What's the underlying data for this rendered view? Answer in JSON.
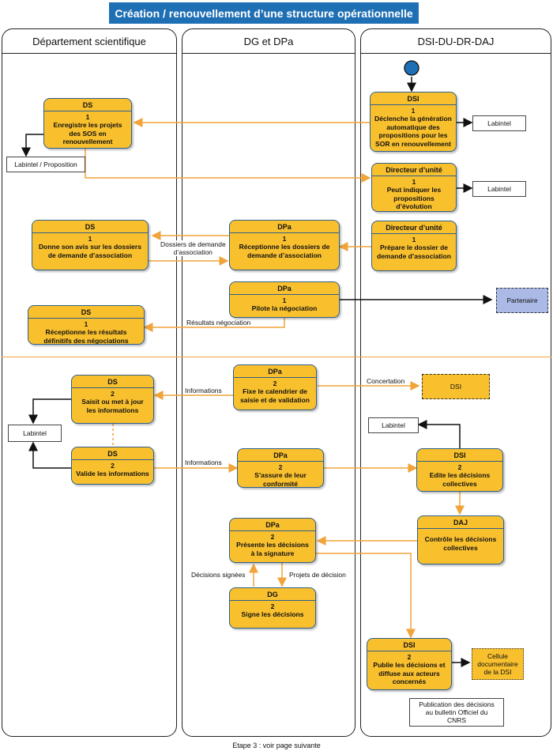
{
  "title": "Création / renouvellement d’une structure opérationnelle",
  "lanes": {
    "left": "Département scientifique",
    "middle": "DG et DPa",
    "right": "DSI-DU-DR-DAJ"
  },
  "processes": {
    "ds_enregistre": {
      "actor": "DS",
      "step": "1",
      "text": "Enregistre les projets\ndes SOS en\nrenouvellement"
    },
    "dsi_declenche": {
      "actor": "DSI",
      "step": "1",
      "text": "Déclenche la génération\nautomatique des\npropositions pour les\nSOR en renouvellement"
    },
    "du_indique": {
      "actor": "Directeur d’unité",
      "step": "1",
      "text": "Peut indiquer les\npropositions\nd’évolution"
    },
    "ds_avis": {
      "actor": "DS",
      "step": "1",
      "text": "Donne son avis sur les dossiers\nde demande d’association"
    },
    "dpa_receptionne": {
      "actor": "DPa",
      "step": "1",
      "text": "Réceptionne les dossiers de\ndemande d’association"
    },
    "du_prepare": {
      "actor": "Directeur d’unité",
      "step": "1",
      "text": "Prépare le dossier de\ndemande d’association"
    },
    "dpa_pilote": {
      "actor": "DPa",
      "step": "1",
      "text": "Pilote la négociation"
    },
    "ds_resultats": {
      "actor": "DS",
      "step": "1",
      "text": "Réceptionne les résultats\ndéfinitifs des négociations"
    },
    "dpa_calendrier": {
      "actor": "DPa",
      "step": "2",
      "text": "Fixe le calendrier de\nsaisie et de validation"
    },
    "ds_saisit": {
      "actor": "DS",
      "step": "2",
      "text": "Saisit ou met à jour\nles informations"
    },
    "ds_valide": {
      "actor": "DS",
      "step": "2",
      "text": "Valide les informations"
    },
    "dpa_assure": {
      "actor": "DPa",
      "step": "2",
      "text": "S’assure de leur\nconformité"
    },
    "dsi_edite": {
      "actor": "DSI",
      "step": "2",
      "text": "Edite les décisions\ncollectives"
    },
    "daj_controle": {
      "actor": "DAJ",
      "step": "",
      "text": "Contrôle les décisions\ncollectives"
    },
    "dpa_presente": {
      "actor": "DPa",
      "step": "2",
      "text": "Présente les décisions\nà la signature"
    },
    "dg_signe": {
      "actor": "DG",
      "step": "2",
      "text": "Signe les décisions"
    },
    "dsi_publie": {
      "actor": "DSI",
      "step": "2",
      "text": "Publie les décisions et\ndiffuse aux acteurs\nconcernés"
    }
  },
  "documents": {
    "labintel_1": "Labintel",
    "labintel_proposition": "Labintel / Proposition",
    "labintel_2": "Labintel",
    "labintel_3": "Labintel",
    "labintel_4": "Labintel",
    "publication": "Publication des décisions\nau bulletin Officiel du\nCNRS"
  },
  "externals": {
    "partenaire": "Partenaire",
    "dsi": "DSI",
    "cellule": "Cellule\ndocumentaire\nde la DSI"
  },
  "labels": {
    "dossiers": "Dossiers de demande\nd’association",
    "resultats": "Résultats négociation",
    "informations_1": "Informations",
    "informations_2": "Informations",
    "concertation": "Concertation",
    "decisions_signees": "Décisions signées",
    "projets_decision": "Projets de décision"
  },
  "footer": "Etape 3 : voir page suivante",
  "colors": {
    "title_bg": "#1f6fb4",
    "process_fill": "#f9c02e",
    "process_border": "#2f5f8a",
    "flow": "#f0a43a",
    "partenaire_fill": "#aab9e6",
    "external_fill": "#f9c02e"
  }
}
